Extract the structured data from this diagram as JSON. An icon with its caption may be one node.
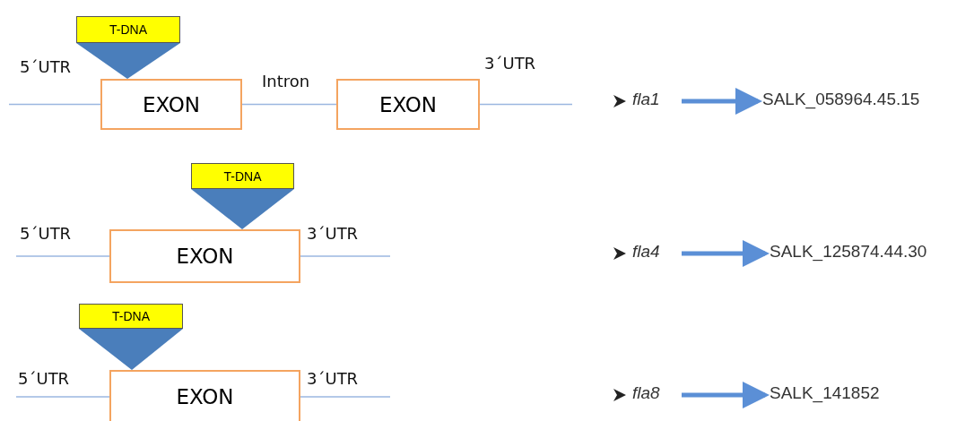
{
  "diagram": {
    "nodes": [
      {
        "text": [
          "T-DNA"
        ]
      },
      {
        "text": [
          "EXON"
        ]
      },
      {
        "text": [
          "EXON"
        ]
      },
      {
        "text": [
          "fla1"
        ]
      },
      {
        "text": [
          "SALK_058964.45.15"
        ]
      },
      {
        "text": [
          "T-DNA"
        ]
      },
      {
        "text": [
          "EXON"
        ]
      },
      {
        "text": [
          "fla4"
        ]
      },
      {
        "text": [
          "SALK_125874.44.30"
        ]
      },
      {
        "text": [
          "T-DNA"
        ]
      },
      {
        "text": [
          "EXON"
        ]
      },
      {
        "text": [
          "fla8"
        ]
      },
      {
        "text": [
          "SALK_141852"
        ]
      }
    ],
    "edges": [
      {
        "from": null,
        "to": 1,
        "arrow": "none"
      },
      {
        "from": 1,
        "to": 2,
        "arrow": "none"
      },
      {
        "from": 2,
        "to": null,
        "arrow": "none"
      },
      {
        "from": 3,
        "to": 4,
        "arrow": "to",
        "style": "thick",
        "color": "#5b8fd6"
      },
      {
        "from": null,
        "to": 6,
        "arrow": "none"
      },
      {
        "from": 6,
        "to": null,
        "arrow": "none"
      },
      {
        "from": 7,
        "to": 8,
        "arrow": "to",
        "style": "thick",
        "color": "#5b8fd6"
      },
      {
        "from": null,
        "to": 10,
        "arrow": "none"
      },
      {
        "from": 10,
        "to": null,
        "arrow": "none"
      },
      {
        "from": 11,
        "to": 12,
        "arrow": "to",
        "style": "thick",
        "color": "#5b8fd6"
      }
    ],
    "labels": [
      "5´UTR",
      "Intron",
      "3´UTR",
      "5´UTR",
      "3´UTR",
      "5´UTR",
      "3´UTR"
    ]
  }
}
